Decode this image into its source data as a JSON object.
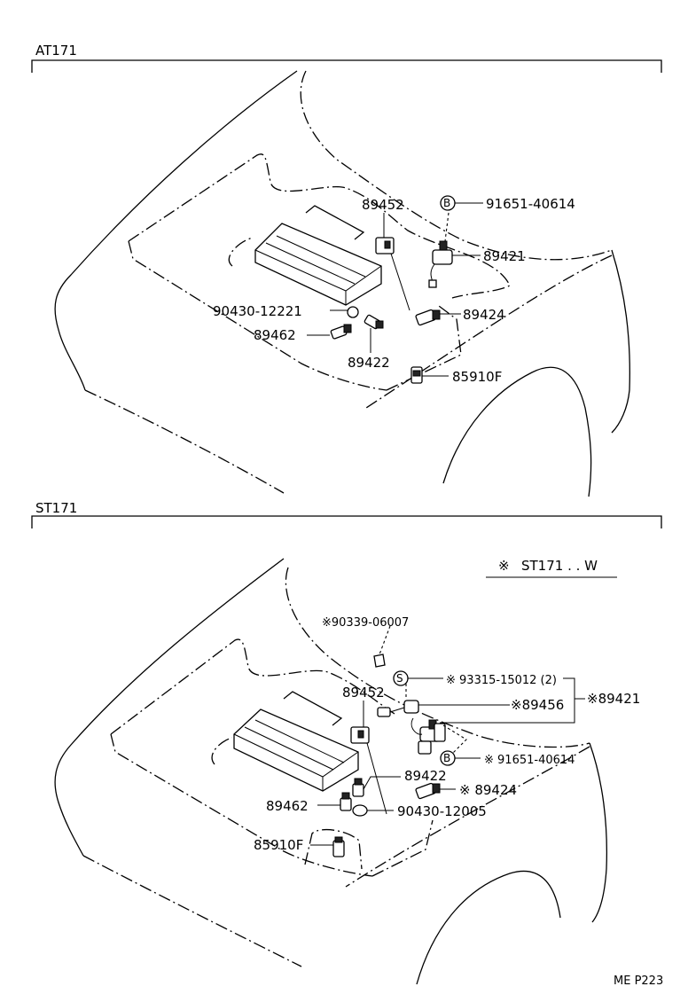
{
  "sections": [
    {
      "title": "AT171"
    },
    {
      "title": "ST171"
    }
  ],
  "note": {
    "symbol": "※",
    "text": "ST171 . . W"
  },
  "at171_labels": {
    "p89452": "89452",
    "p91651": "91651-40614",
    "p89421": "89421",
    "p90430": "90430-12221",
    "p89424": "89424",
    "p89462": "89462",
    "p89422": "89422",
    "p85910F": "85910F",
    "circle_b": "B"
  },
  "st171_labels": {
    "p90339": "※90339-06007",
    "p93315": "※ 93315-15012 (2)",
    "p89456": "※89456",
    "p89421": "※89421",
    "p89452": "89452",
    "p91651": "※ 91651-40614",
    "p89422": "89422",
    "p89424": "※ 89424",
    "p89462": "89462",
    "p90430": "90430-12005",
    "p85910F": "85910F",
    "circle_s": "S",
    "circle_b": "B"
  },
  "code": "ME P223"
}
